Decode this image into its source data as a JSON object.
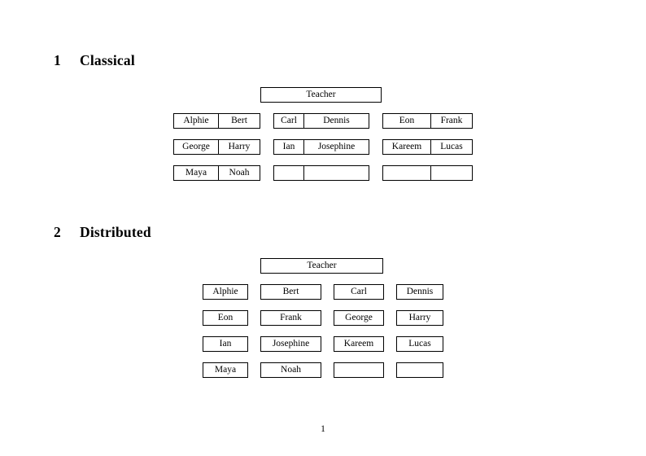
{
  "document": {
    "page_number": "1"
  },
  "sections": [
    {
      "number": "1",
      "title": "Classical",
      "root": {
        "label": "Teacher"
      },
      "groups": [
        {
          "rows": [
            {
              "left": "Alphie",
              "right": "Bert"
            },
            {
              "left": "George",
              "right": "Harry"
            },
            {
              "left": "Maya",
              "right": "Noah"
            }
          ]
        },
        {
          "rows": [
            {
              "left": "Carl",
              "right": "Dennis"
            },
            {
              "left": "Ian",
              "right": "Josephine"
            },
            {
              "left": "",
              "right": ""
            }
          ]
        },
        {
          "rows": [
            {
              "left": "Eon",
              "right": "Frank"
            },
            {
              "left": "Kareem",
              "right": "Lucas"
            },
            {
              "left": "",
              "right": ""
            }
          ]
        }
      ]
    },
    {
      "number": "2",
      "title": "Distributed",
      "root": {
        "label": "Teacher"
      },
      "grid": [
        [
          "Alphie",
          "Bert",
          "Carl",
          "Dennis"
        ],
        [
          "Eon",
          "Frank",
          "George",
          "Harry"
        ],
        [
          "Ian",
          "Josephine",
          "Kareem",
          "Lucas"
        ],
        [
          "Maya",
          "Noah",
          "",
          ""
        ]
      ]
    }
  ]
}
